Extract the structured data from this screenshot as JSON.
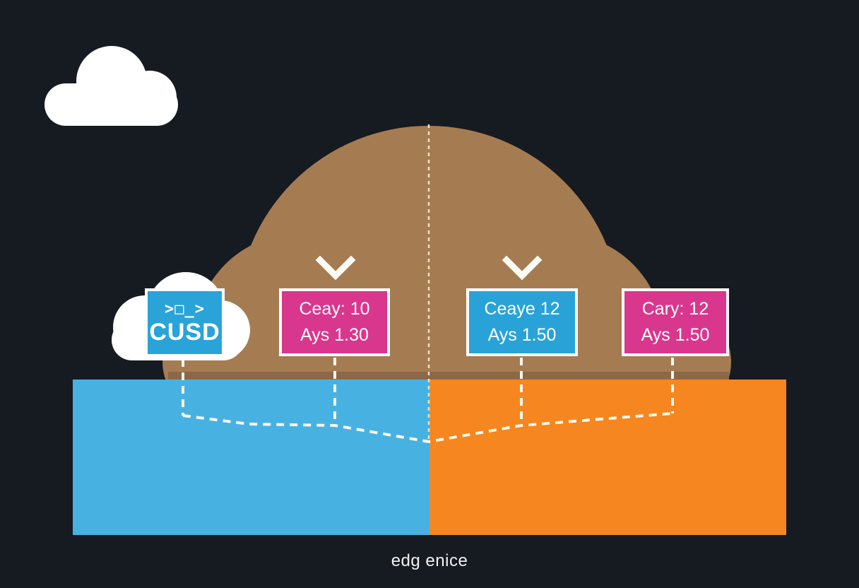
{
  "caption": "edg enice",
  "terminal_box": {
    "icon_text": ">□_>",
    "label": "CUSD"
  },
  "metric_boxes": [
    {
      "line1": "Ceay: 10",
      "line2": "Ays 1.30",
      "variant": "pink"
    },
    {
      "line1": "Ceaye 12",
      "line2": "Ays 1.50",
      "variant": "blue"
    },
    {
      "line1": "Cary: 12",
      "line2": "Ays 1.50",
      "variant": "pink"
    }
  ],
  "icons": {
    "left_arrow": "chevron-down-icon",
    "right_arrow": "chevron-down-icon",
    "terminal": "terminal-prompt-icon",
    "sky_cloud": "cloud-icon",
    "terminal_cloud": "cloud-icon"
  },
  "colors": {
    "background": "#161a21",
    "cloud_brown": "#a57c52",
    "cloud_shadow_band": "#8c6847",
    "left_panel_blue": "#47b2e2",
    "right_panel_orange": "#f6861f",
    "pink_box": "#d9378d",
    "blue_box": "#29a3d7",
    "terminal_box": "#2aa4d8",
    "dashed_lines": "#f7f0e0",
    "white": "#ffffff"
  }
}
